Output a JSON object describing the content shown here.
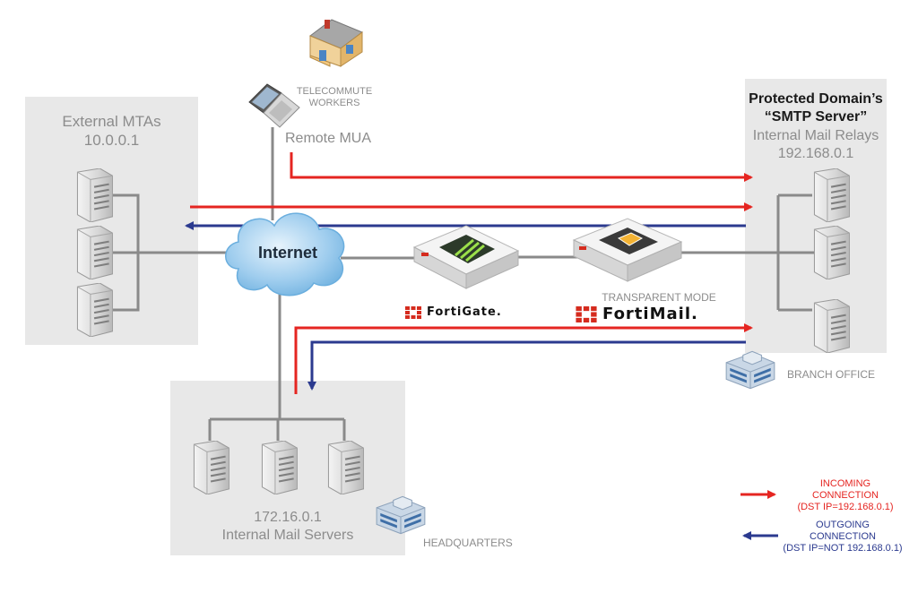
{
  "nodes": {
    "external_mtas": {
      "title": "External MTAs",
      "ip": "10.0.0.1"
    },
    "telecommute": {
      "line1": "TELECOMMUTE",
      "line2": "WORKERS"
    },
    "remote_mua": {
      "label": "Remote MUA"
    },
    "internet": {
      "label": "Internet"
    },
    "protected_domain": {
      "line1": "Protected Domain’s",
      "line2": "“SMTP Server”",
      "line3": "Internal Mail Relays",
      "ip": "192.168.0.1"
    },
    "fortigate": {
      "brand": "FortiGate."
    },
    "fortimail": {
      "mode": "TRANSPARENT MODE",
      "brand": "FortiMail."
    },
    "branch_office": {
      "label": "BRANCH OFFICE"
    },
    "internal_mail_servers": {
      "ip": "172.16.0.1",
      "title": "Internal Mail Servers"
    },
    "headquarters": {
      "label": "HEADQUARTERS"
    }
  },
  "legend": {
    "incoming": {
      "line1": "INCOMING",
      "line2": "CONNECTION",
      "line3": "(DST IP=192.168.0.1)"
    },
    "outgoing": {
      "line1": "OUTGOING",
      "line2": "CONNECTION",
      "line3": "(DST IP=NOT 192.168.0.1)"
    }
  },
  "colors": {
    "incoming": "#e52521",
    "outgoing": "#2b3a8f",
    "zone": "#e8e8e8",
    "line": "#8a8a8a"
  }
}
